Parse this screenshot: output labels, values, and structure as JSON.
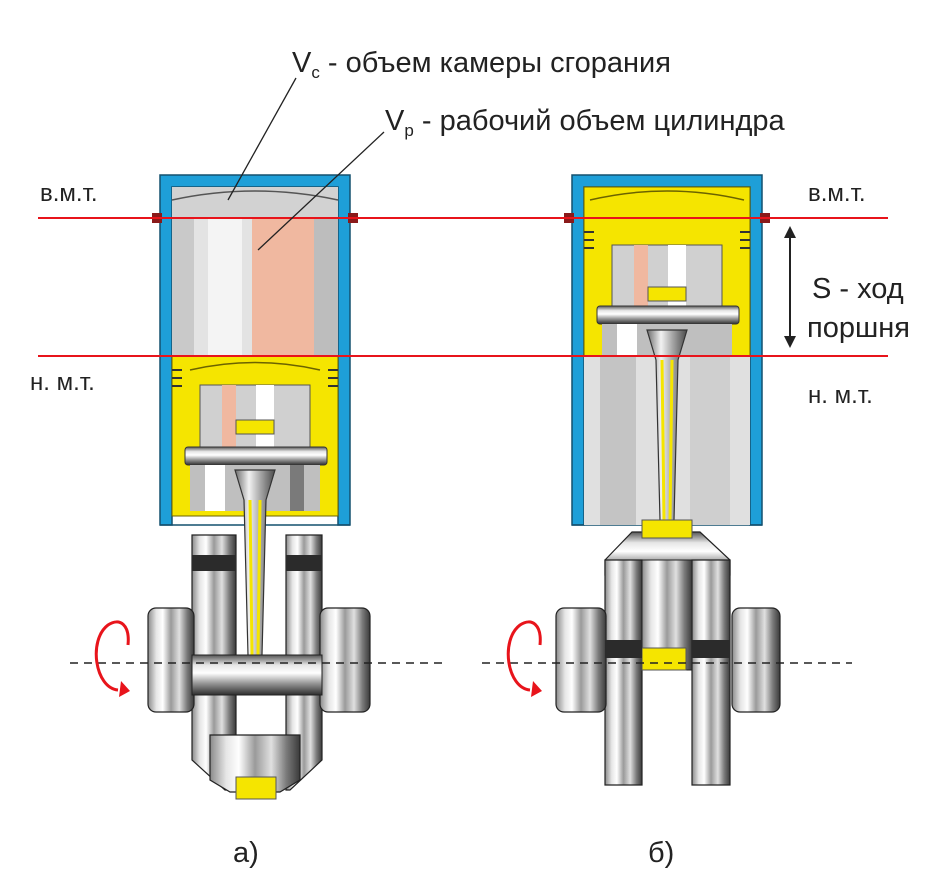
{
  "labels": {
    "vc_symbol": "V",
    "vc_sub": "c",
    "vc_text": " - объем камеры сгорания",
    "vp_symbol": "V",
    "vp_sub": "p",
    "vp_text": " - рабочий объем цилиндра",
    "tdc_left": "в.м.т.",
    "tdc_right": "в.м.т.",
    "bdc_left": "н. м.т.",
    "bdc_right": "н. м.т.",
    "stroke_line1": "S - ход",
    "stroke_line2": "поршня",
    "caption_a": "а)",
    "caption_b": "б)"
  },
  "colors": {
    "cylinder_wall": "#1e9fd8",
    "piston": "#f5e500",
    "working_volume": "#f0b8a0",
    "dead_center_line": "#e8141b",
    "rotation_arrow": "#e8141b",
    "metal_dark": "#2b2b2b",
    "metal_light": "#d9d9d9"
  },
  "icons": [
    "rotation-arrow-icon",
    "stroke-dimension-arrow-icon"
  ]
}
